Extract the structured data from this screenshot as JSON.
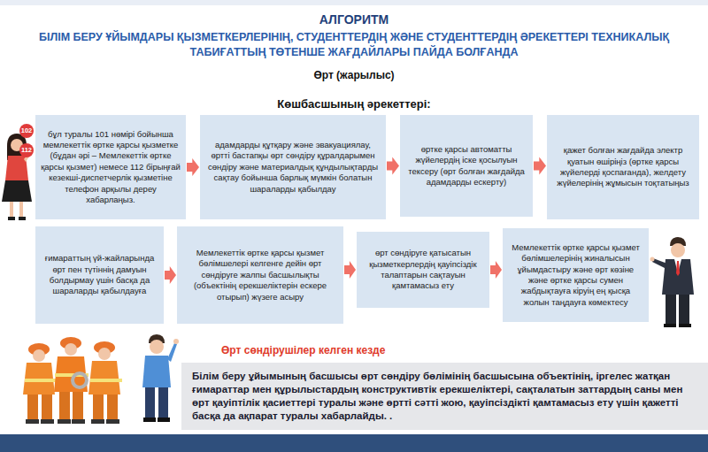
{
  "diagram": {
    "title": "АЛГОРИТМ",
    "nodes": [
      {
        "text": [
          "бұл туралы 101 нөмірі бойынша мемлекеттік өртке қарсы қызметке (бұдан әрі – Мемлекеттік өртке қарсы қызмет) немесе 112 бірыңғай кезекші-диспетчерлік қызметіне телефон арқылы дереу хабарлаңыз."
        ]
      },
      {
        "text": [
          "адамдарды құтқару және эвакуациялау, өртті бастапқы өрт сөндіру құралдарымен сөндіру және материалдық құндылықтарды сақтау бойынша барлық мүмкін болатын шараларды қабылдау"
        ]
      },
      {
        "text": [
          "өртке қарсы автоматты жүйелердің іске қосылуын тексеру (өрт болған жағдайда адамдарды ескерту)"
        ]
      },
      {
        "text": [
          "қажет болған жағдайда электр қуатын өшіріңіз (өртке қарсы жүйелерді қоспағанда), желдету жүйелерінің жұмысын тоқтатыңыз"
        ]
      },
      {
        "text": [
          "ғимараттың үй-жайларында өрт пен түтіннің дамуын болдырмау үшін басқа да шараларды қабылдауға"
        ]
      },
      {
        "text": [
          "Мемлекеттік өртке қарсы қызмет бөлімшелері келгенге дейін өрт сөндіруге жалпы басшылықты (объектінің ерекшеліктерін ескере отырып) жүзеге асыру"
        ]
      },
      {
        "text": [
          "өрт сөндіруге қатысатын қызметкерлердің қауіпсіздік талаптарын сақтауын қамтамасыз ету"
        ]
      },
      {
        "text": [
          "Мемлекеттік өртке қарсы қызмет бөлімшелерінің жиналысын ұйымдастыру және өрт көзіне және өртке қарсы сумен жабдықтауға кіруің ең қысқа жолын таңдауға көмектесу"
        ]
      },
      {
        "text": [
          "Білім беру ұйымының басшысы өрт сөндіру бөлімінің басшысына объектінің, іргелес жатқан ғимараттар мен құрылыстардың конструктивтік ерекшеліктері, сақталатын заттардың саны мен өрт қауіптілік қасиеттері туралы және өртті сәтті жою, қауіпсіздікті қамтамасыз ету үшін қажетті басқа да ақпарат туралы хабарлайды. ."
        ]
      }
    ],
    "edges": [
      {
        "from": 0,
        "to": 1,
        "arrow": "to"
      },
      {
        "from": 1,
        "to": 2,
        "arrow": "to"
      },
      {
        "from": 2,
        "to": 3,
        "arrow": "to"
      },
      {
        "from": 4,
        "to": 5,
        "arrow": "to"
      },
      {
        "from": 5,
        "to": 6,
        "arrow": "to"
      },
      {
        "from": 6,
        "to": 7,
        "arrow": "to"
      }
    ],
    "labels": [
      "БІЛІМ БЕРУ ҰЙЫМДАРЫ ҚЫЗМЕТКЕРЛЕРІНІҢ, СТУДЕНТТЕРДІҢ ЖӘНЕ СТУДЕНТТЕРДІҢ ӘРЕКЕТТЕРІ ТЕХНИКАЛЫҚ ТАБИҒАТТЫҢ ТӨТЕНШЕ ЖАҒДАЙЛАРЫ ПАЙДА БОЛҒАНДА",
      "Өрт (жарылыс)",
      "Көшбасшының әрекеттері:",
      "102",
      "112",
      "Өрт сөндірушілер келген кезде"
    ]
  }
}
